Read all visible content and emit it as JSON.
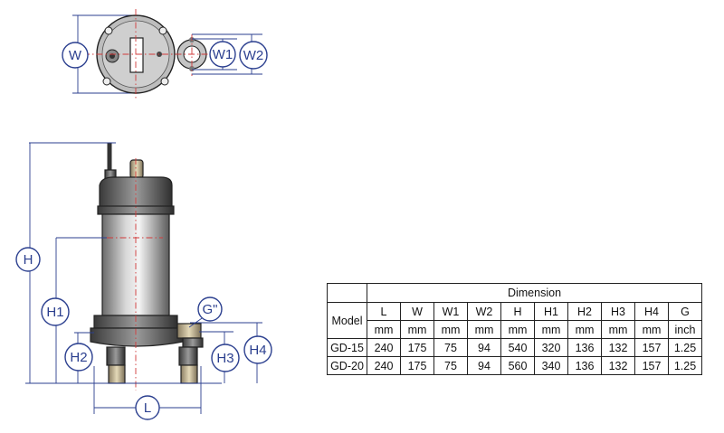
{
  "diagram": {
    "labels": {
      "W": "W",
      "W1": "W1",
      "W2": "W2",
      "H": "H",
      "H1": "H1",
      "H2": "H2",
      "H3": "H3",
      "H4": "H4",
      "G": "G\"",
      "L": "L"
    }
  },
  "table": {
    "title": "Dimension",
    "model_header": "Model",
    "columns": [
      "L",
      "W",
      "W1",
      "W2",
      "H",
      "H1",
      "H2",
      "H3",
      "H4",
      "G"
    ],
    "units": [
      "mm",
      "mm",
      "mm",
      "mm",
      "mm",
      "mm",
      "mm",
      "mm",
      "mm",
      "inch"
    ],
    "rows": [
      {
        "model": "GD-15",
        "values": [
          "240",
          "175",
          "75",
          "94",
          "540",
          "320",
          "136",
          "132",
          "157",
          "1.25"
        ]
      },
      {
        "model": "GD-20",
        "values": [
          "240",
          "175",
          "75",
          "94",
          "560",
          "340",
          "136",
          "132",
          "157",
          "1.25"
        ]
      }
    ]
  },
  "colors": {
    "dimension": "#2b3f8f",
    "centerline": "#d13a3a",
    "outline": "#222222"
  }
}
